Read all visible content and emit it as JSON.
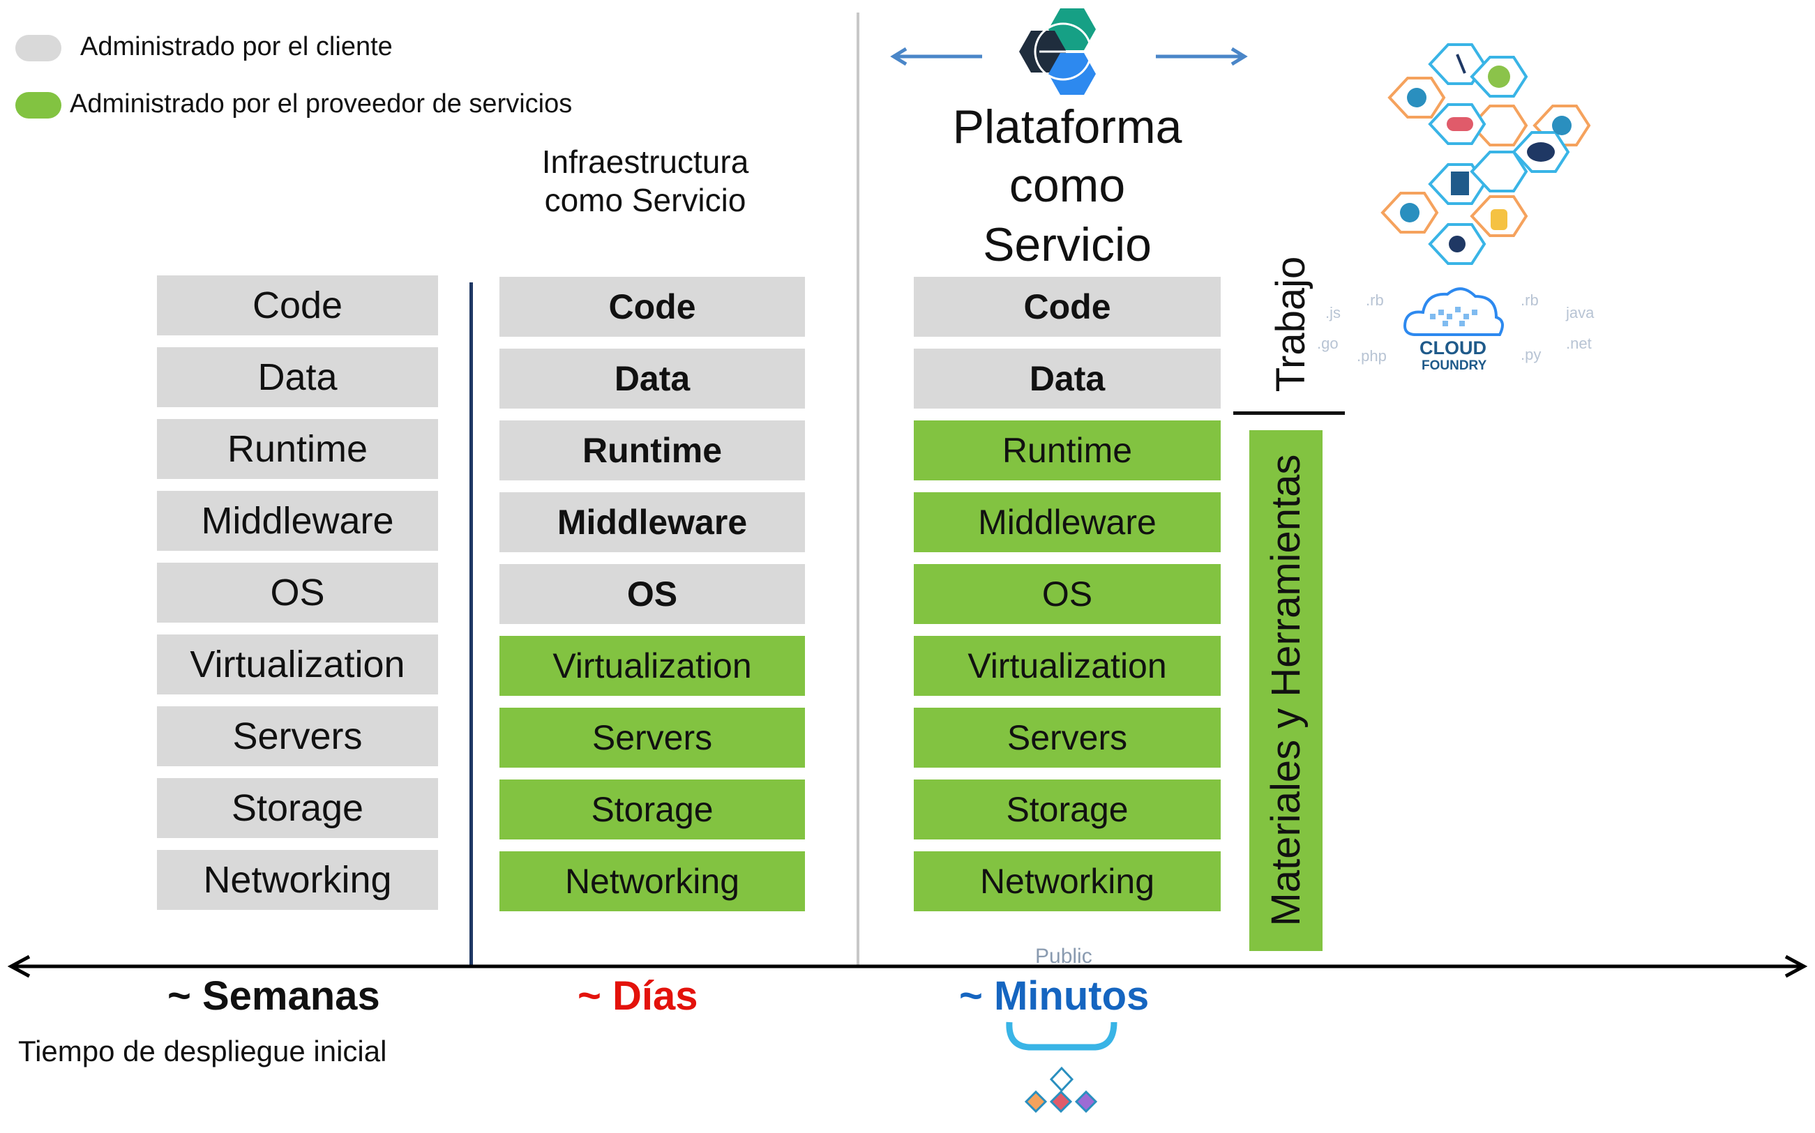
{
  "legend": {
    "customer": {
      "label": "Administrado por el cliente",
      "color": "#d9d9d9"
    },
    "provider": {
      "label": "Administrado por el proveedor de servicios",
      "color": "#82c341"
    }
  },
  "columns": {
    "onprem": {
      "layers": [
        "Code",
        "Data",
        "Runtime",
        "Middleware",
        "OS",
        "Virtualization",
        "Servers",
        "Storage",
        "Networking"
      ]
    },
    "iaas": {
      "title": "Infraestructura como Servicio",
      "layers": [
        "Code",
        "Data",
        "Runtime",
        "Middleware",
        "OS",
        "Virtualization",
        "Servers",
        "Storage",
        "Networking"
      ]
    },
    "paas": {
      "title": "Plataforma como Servicio",
      "layers": [
        "Code",
        "Data",
        "Runtime",
        "Middleware",
        "OS",
        "Virtualization",
        "Servers",
        "Storage",
        "Networking"
      ]
    }
  },
  "side": {
    "work": "Trabajo",
    "tools": "Materiales y Herramientas"
  },
  "timeline": {
    "weeks": "~ Semanas",
    "days": "~ Días",
    "minutes": "~ Minutos",
    "caption": "Tiempo de despliegue inicial",
    "public_label": "Public"
  },
  "cloud_foundry": {
    "line1": "CLOUD",
    "line2": "FOUNDRY",
    "langs": [
      ".js",
      ".go",
      ".rb",
      ".php",
      ".rb",
      ".py",
      "java",
      ".net"
    ]
  },
  "colors": {
    "gray": "#d9d9d9",
    "green": "#82c341",
    "navy": "#1f3864",
    "red": "#e3120b",
    "blue": "#1565c0",
    "arrow": "#4a86c8"
  }
}
